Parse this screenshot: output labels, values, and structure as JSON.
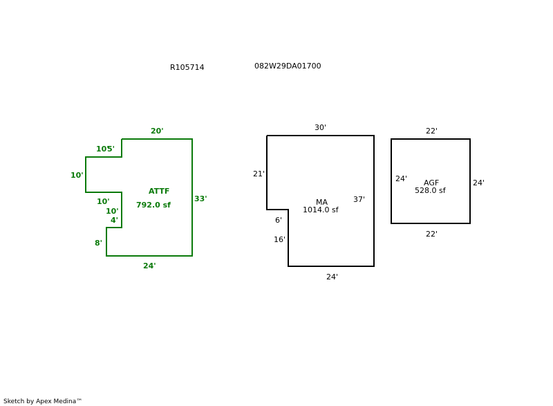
{
  "header": {
    "account_id": "R105714",
    "map_id": "082W29DA01700"
  },
  "colors": {
    "attf": "#0a7a0a",
    "ma": "#000000",
    "agf": "#000000"
  },
  "areas": {
    "attf": {
      "name": "ATTF",
      "area": "792.0 sf",
      "dims": [
        "20'",
        "33'",
        "24'",
        "8'",
        "4'",
        "10'",
        "10'",
        "10'",
        "10'",
        "5'"
      ]
    },
    "ma": {
      "name": "MA",
      "area": "1014.0 sf",
      "dims": [
        "30'",
        "37'",
        "24'",
        "16'",
        "6'",
        "21'"
      ]
    },
    "agf": {
      "name": "AGF",
      "area": "528.0 sf",
      "dims": [
        "22'",
        "24'",
        "22'",
        "24'"
      ]
    }
  },
  "footer": {
    "credit": "Sketch by Apex Medina™"
  }
}
